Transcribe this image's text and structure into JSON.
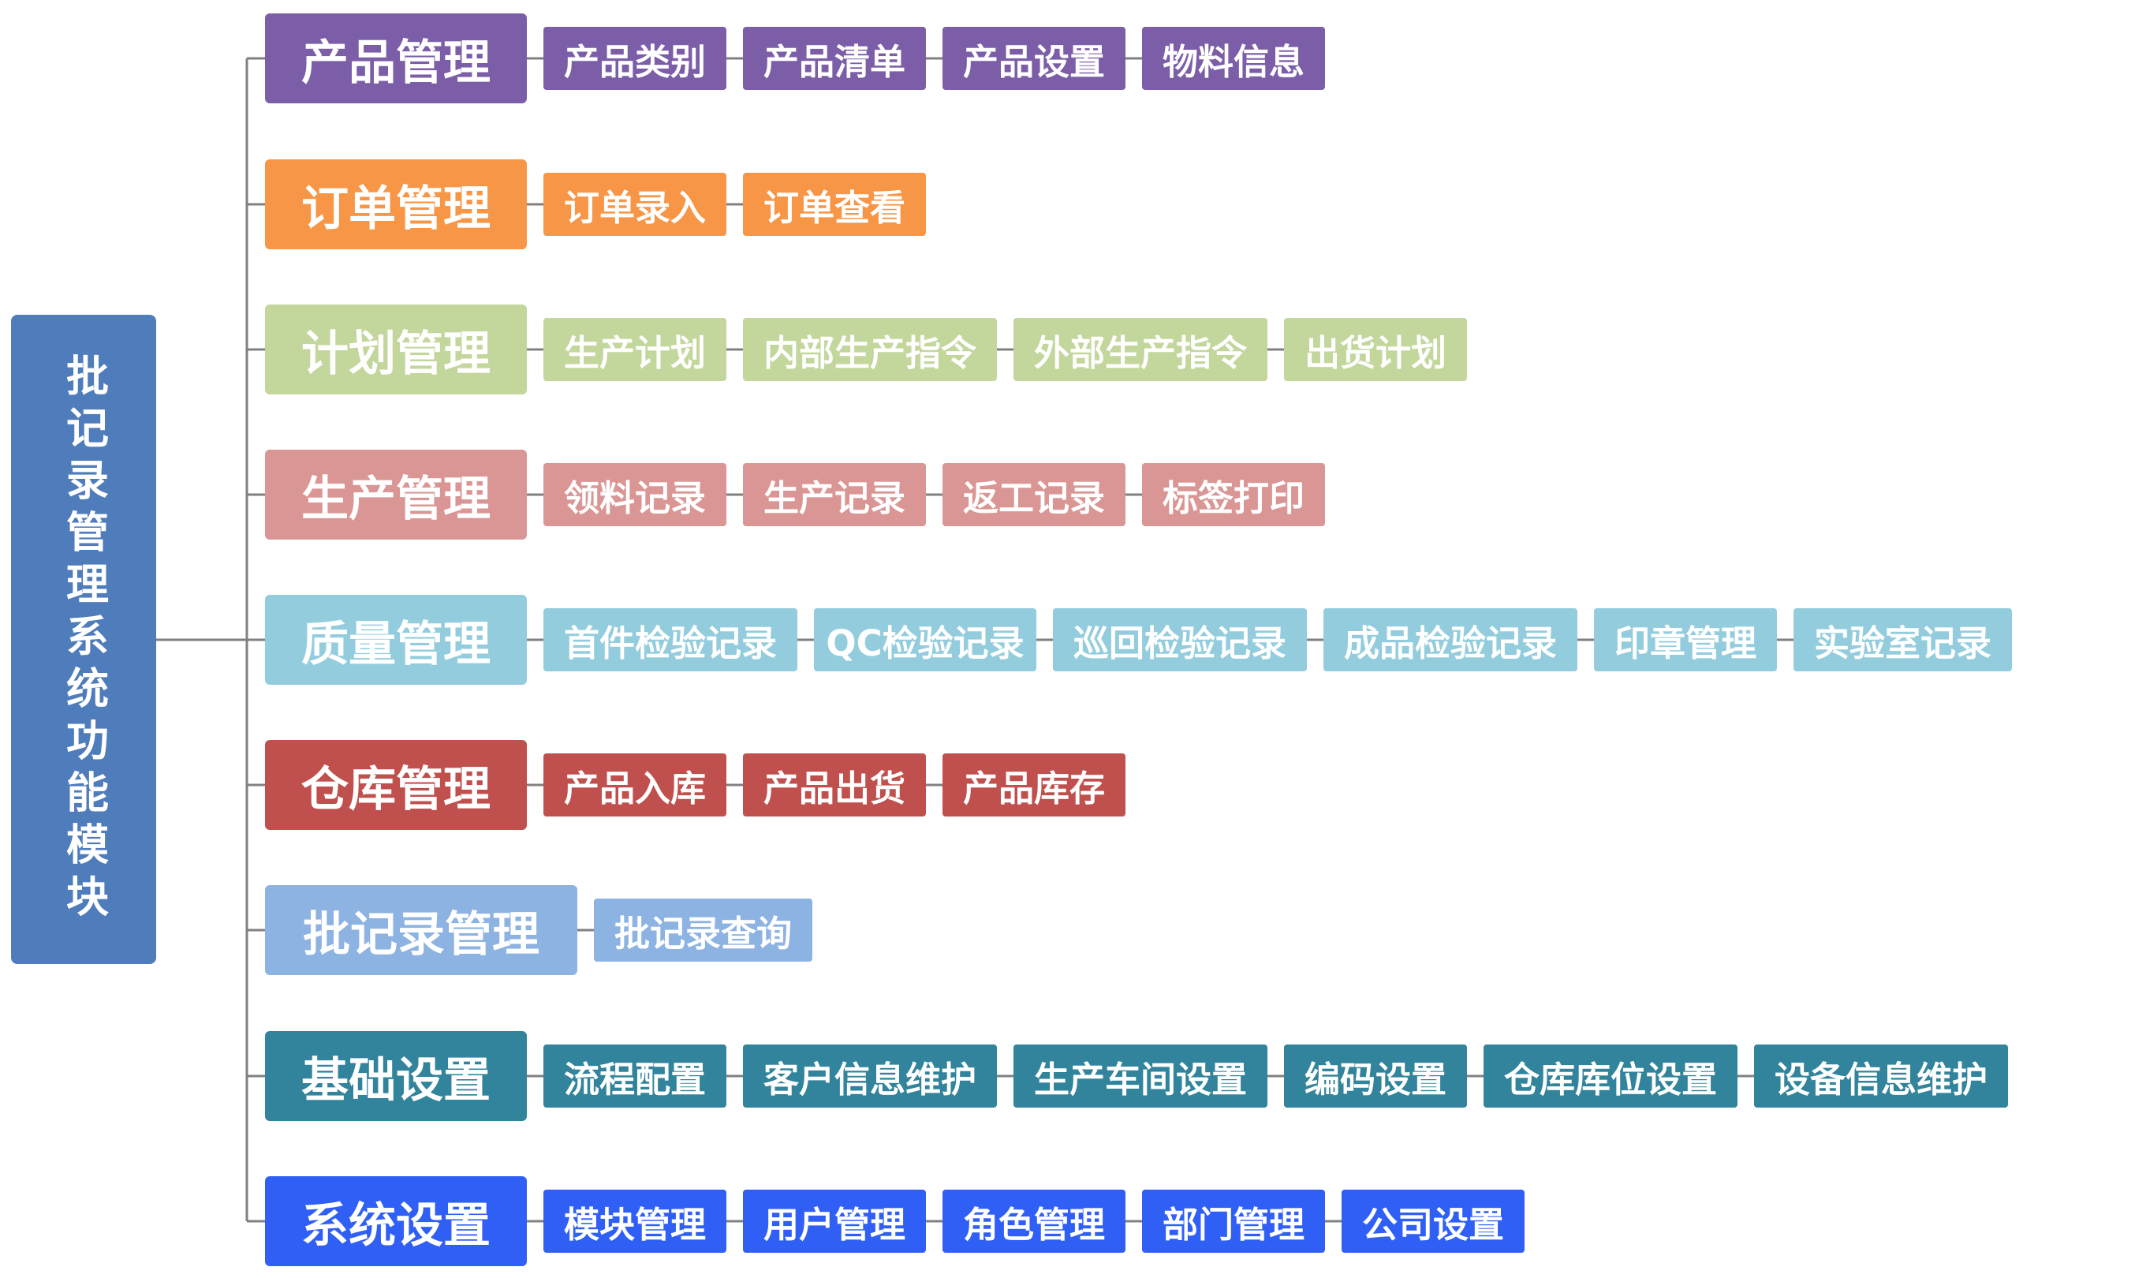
{
  "root": {
    "label": "批记录管理系统功能模块",
    "color": "#4f7cbb"
  },
  "line_color": "#808080",
  "categories": [
    {
      "label": "产品管理",
      "color": "#7b5ea7",
      "items": [
        "产品类别",
        "产品清单",
        "产品设置",
        "物料信息"
      ]
    },
    {
      "label": "订单管理",
      "color": "#f79646",
      "items": [
        "订单录入",
        "订单查看"
      ]
    },
    {
      "label": "计划管理",
      "color": "#c3d69b",
      "items": [
        "生产计划",
        "内部生产指令",
        "外部生产指令",
        "出货计划"
      ]
    },
    {
      "label": "生产管理",
      "color": "#d99694",
      "items": [
        "领料记录",
        "生产记录",
        "返工记录",
        "标签打印"
      ]
    },
    {
      "label": "质量管理",
      "color": "#93cddd",
      "items": [
        "首件检验记录",
        "QC检验记录",
        "巡回检验记录",
        "成品检验记录",
        "印章管理",
        "实验室记录"
      ]
    },
    {
      "label": "仓库管理",
      "color": "#c0504d",
      "items": [
        "产品入库",
        "产品出货",
        "产品库存"
      ]
    },
    {
      "label": "批记录管理",
      "color": "#8db3e2",
      "items": [
        "批记录查询"
      ]
    },
    {
      "label": "基础设置",
      "color": "#31849b",
      "items": [
        "流程配置",
        "客户信息维护",
        "生产车间设置",
        "编码设置",
        "仓库库位设置",
        "设备信息维护"
      ]
    },
    {
      "label": "系统设置",
      "color": "#2f5ff5",
      "items": [
        "模块管理",
        "用户管理",
        "角色管理",
        "部门管理",
        "公司设置"
      ]
    }
  ]
}
